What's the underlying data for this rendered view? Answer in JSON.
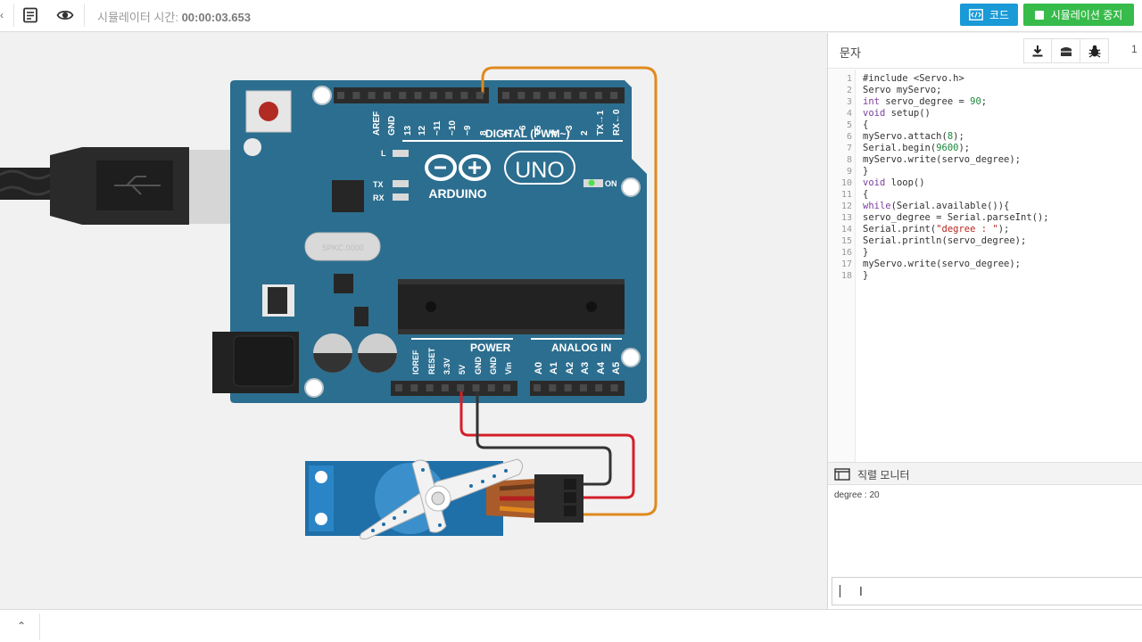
{
  "toolbar": {
    "sim_time_label": "시뮬레이터 시간:",
    "sim_time_value": "00:00:03.653",
    "code_button": "코드",
    "stop_button": "시뮬레이션 중지",
    "accent_blue": "#1a9ad6",
    "accent_green": "#37bb4a"
  },
  "board": {
    "digital_label": "DIGITAL (PWM~)",
    "brand": "ARDUINO",
    "model": "UNO",
    "power_label": "POWER",
    "analog_label": "ANALOG IN",
    "on_label": "ON",
    "led_l": "L",
    "led_tx": "TX",
    "led_rx": "RX",
    "crystal": "SPKC.0000",
    "digital_pins": [
      "AREF",
      "GND",
      "13",
      "12",
      "~11",
      "~10",
      "~9",
      "8",
      "7",
      "~6",
      "~5",
      "4",
      "~3",
      "2",
      "TX→1",
      "RX←0"
    ],
    "power_pins": [
      "IOREF",
      "RESET",
      "3.3V",
      "5V",
      "GND",
      "GND",
      "Vin"
    ],
    "analog_pins": [
      "A0",
      "A1",
      "A2",
      "A3",
      "A4",
      "A5"
    ]
  },
  "code_panel": {
    "title": "문자",
    "more": "1",
    "icons": [
      "download-icon",
      "library-icon",
      "debug-bug-icon"
    ],
    "lines": [
      "#include <Servo.h>",
      "Servo myServo;",
      "int servo_degree = 90;",
      "void setup()",
      "{",
      "myServo.attach(8);",
      "Serial.begin(9600);",
      "myServo.write(servo_degree);",
      "}",
      "void loop()",
      "{",
      "while(Serial.available()){",
      "servo_degree = Serial.parseInt();",
      "Serial.print(\"degree : \");",
      "Serial.println(servo_degree);",
      "}",
      "myServo.write(servo_degree);",
      "}"
    ]
  },
  "serial_monitor": {
    "title": "직렬 모니터",
    "output": "degree : 20",
    "input_value": ""
  }
}
